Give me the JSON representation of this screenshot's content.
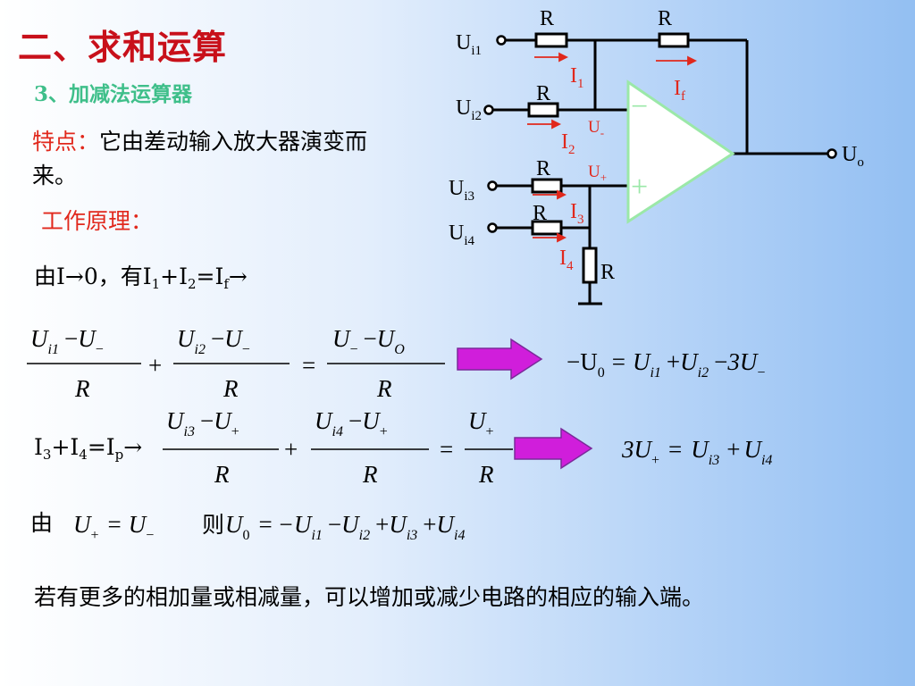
{
  "title": "二、求和运算",
  "subtitle": "3、加减法运算器",
  "features": {
    "label": "特点：",
    "text": "它由差动输入放大器演变而来。"
  },
  "principle": "工作原理：",
  "condition1": {
    "prefix": "由I→0，有I",
    "s1": "1",
    "plus": "+I",
    "s2": "2",
    "eq": "=I",
    "sf": "f",
    "arrow": "→"
  },
  "condition2": {
    "i": "I",
    "s3": "3",
    "plus": "+I",
    "s4": "4",
    "eq": "=I",
    "sp": "p",
    "arrow": "→"
  },
  "condition3": {
    "prefix": "由",
    "mid": "则"
  },
  "conclusion": "若有更多的相加量或相减量，可以增加或减少电路的相应的输入端。",
  "colors": {
    "arrow_fill": "#d01edb",
    "opamp": "#9be8a8",
    "label_red": "#e1281c",
    "title_red": "#c8101a"
  },
  "circuit": {
    "inputs": [
      {
        "u": "U",
        "sub": "i1"
      },
      {
        "u": "U",
        "sub": "i2"
      },
      {
        "u": "U",
        "sub": "i3"
      },
      {
        "u": "U",
        "sub": "i4"
      }
    ],
    "resistor": "R",
    "currents": {
      "i": "I",
      "i1": "1",
      "i2": "2",
      "i3": "3",
      "i4": "4",
      "f": "f"
    },
    "u_minus": {
      "u": "U",
      "sign": "-"
    },
    "u_plus": {
      "u": "U",
      "sign": "+"
    },
    "minus_sign": "−",
    "plus_sign": "+",
    "output": {
      "u": "U",
      "sub": "o"
    }
  },
  "eq1": {
    "n1": {
      "u": "U",
      "sub": "i1",
      "op": "−",
      "u2": "U",
      "sign": "−"
    },
    "n2": {
      "u": "U",
      "sub": "i2",
      "op": "−",
      "u2": "U",
      "sign": "−"
    },
    "n3": {
      "u": "U",
      "sign": "−",
      "op": "−",
      "u2": "U",
      "sub2": "O"
    },
    "den": "R",
    "plus": "+",
    "eq": "=",
    "result": {
      "lead": "−U",
      "s0": "0",
      "eq": "=",
      "u1": "U",
      "si1": "i1",
      "plus": "+",
      "u2": "U",
      "si2": "i2",
      "minus": "−",
      "c": "3U",
      "sminus": "−"
    }
  },
  "eq2": {
    "n1": {
      "u": "U",
      "sub": "i3",
      "op": "−",
      "u2": "U",
      "sign": "+"
    },
    "n2": {
      "u": "U",
      "sub": "i4",
      "op": "−",
      "u2": "U",
      "sign": "+"
    },
    "n3": {
      "u": "U",
      "sign": "+"
    },
    "den": "R",
    "plus": "+",
    "eq": "=",
    "result": {
      "c": "3U",
      "splus": "+",
      "eq": "=",
      "u3": "U",
      "si3": "i3",
      "plus": "+",
      "u4": "U",
      "si4": "i4"
    }
  },
  "eq3": {
    "left": {
      "u": "U",
      "splus": "+",
      "eq": "=",
      "u2": "U",
      "sminus": "−"
    },
    "right": {
      "u0": "U",
      "s0": "0",
      "eq": "=",
      "m": "−U",
      "si1": "i1",
      "minus": "−",
      "u2": "U",
      "si2": "i2",
      "p1": "+",
      "u3": "U",
      "si3": "i3",
      "p2": "+",
      "u4": "U",
      "si4": "i4"
    }
  }
}
